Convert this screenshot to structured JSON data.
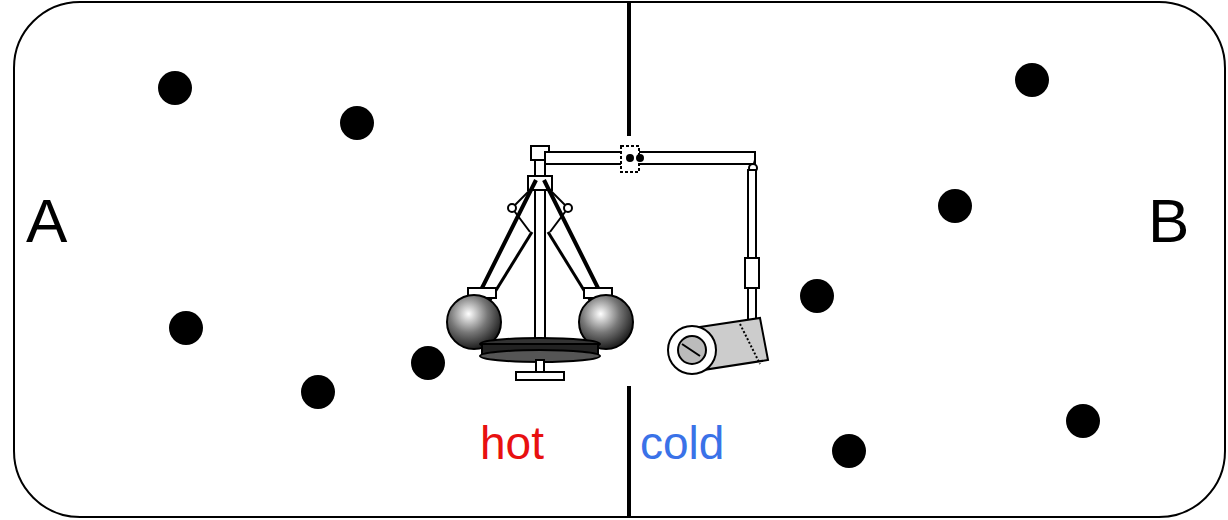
{
  "diagram": {
    "labels": [
      "A",
      "B",
      "hot",
      "cold"
    ]
  }
}
